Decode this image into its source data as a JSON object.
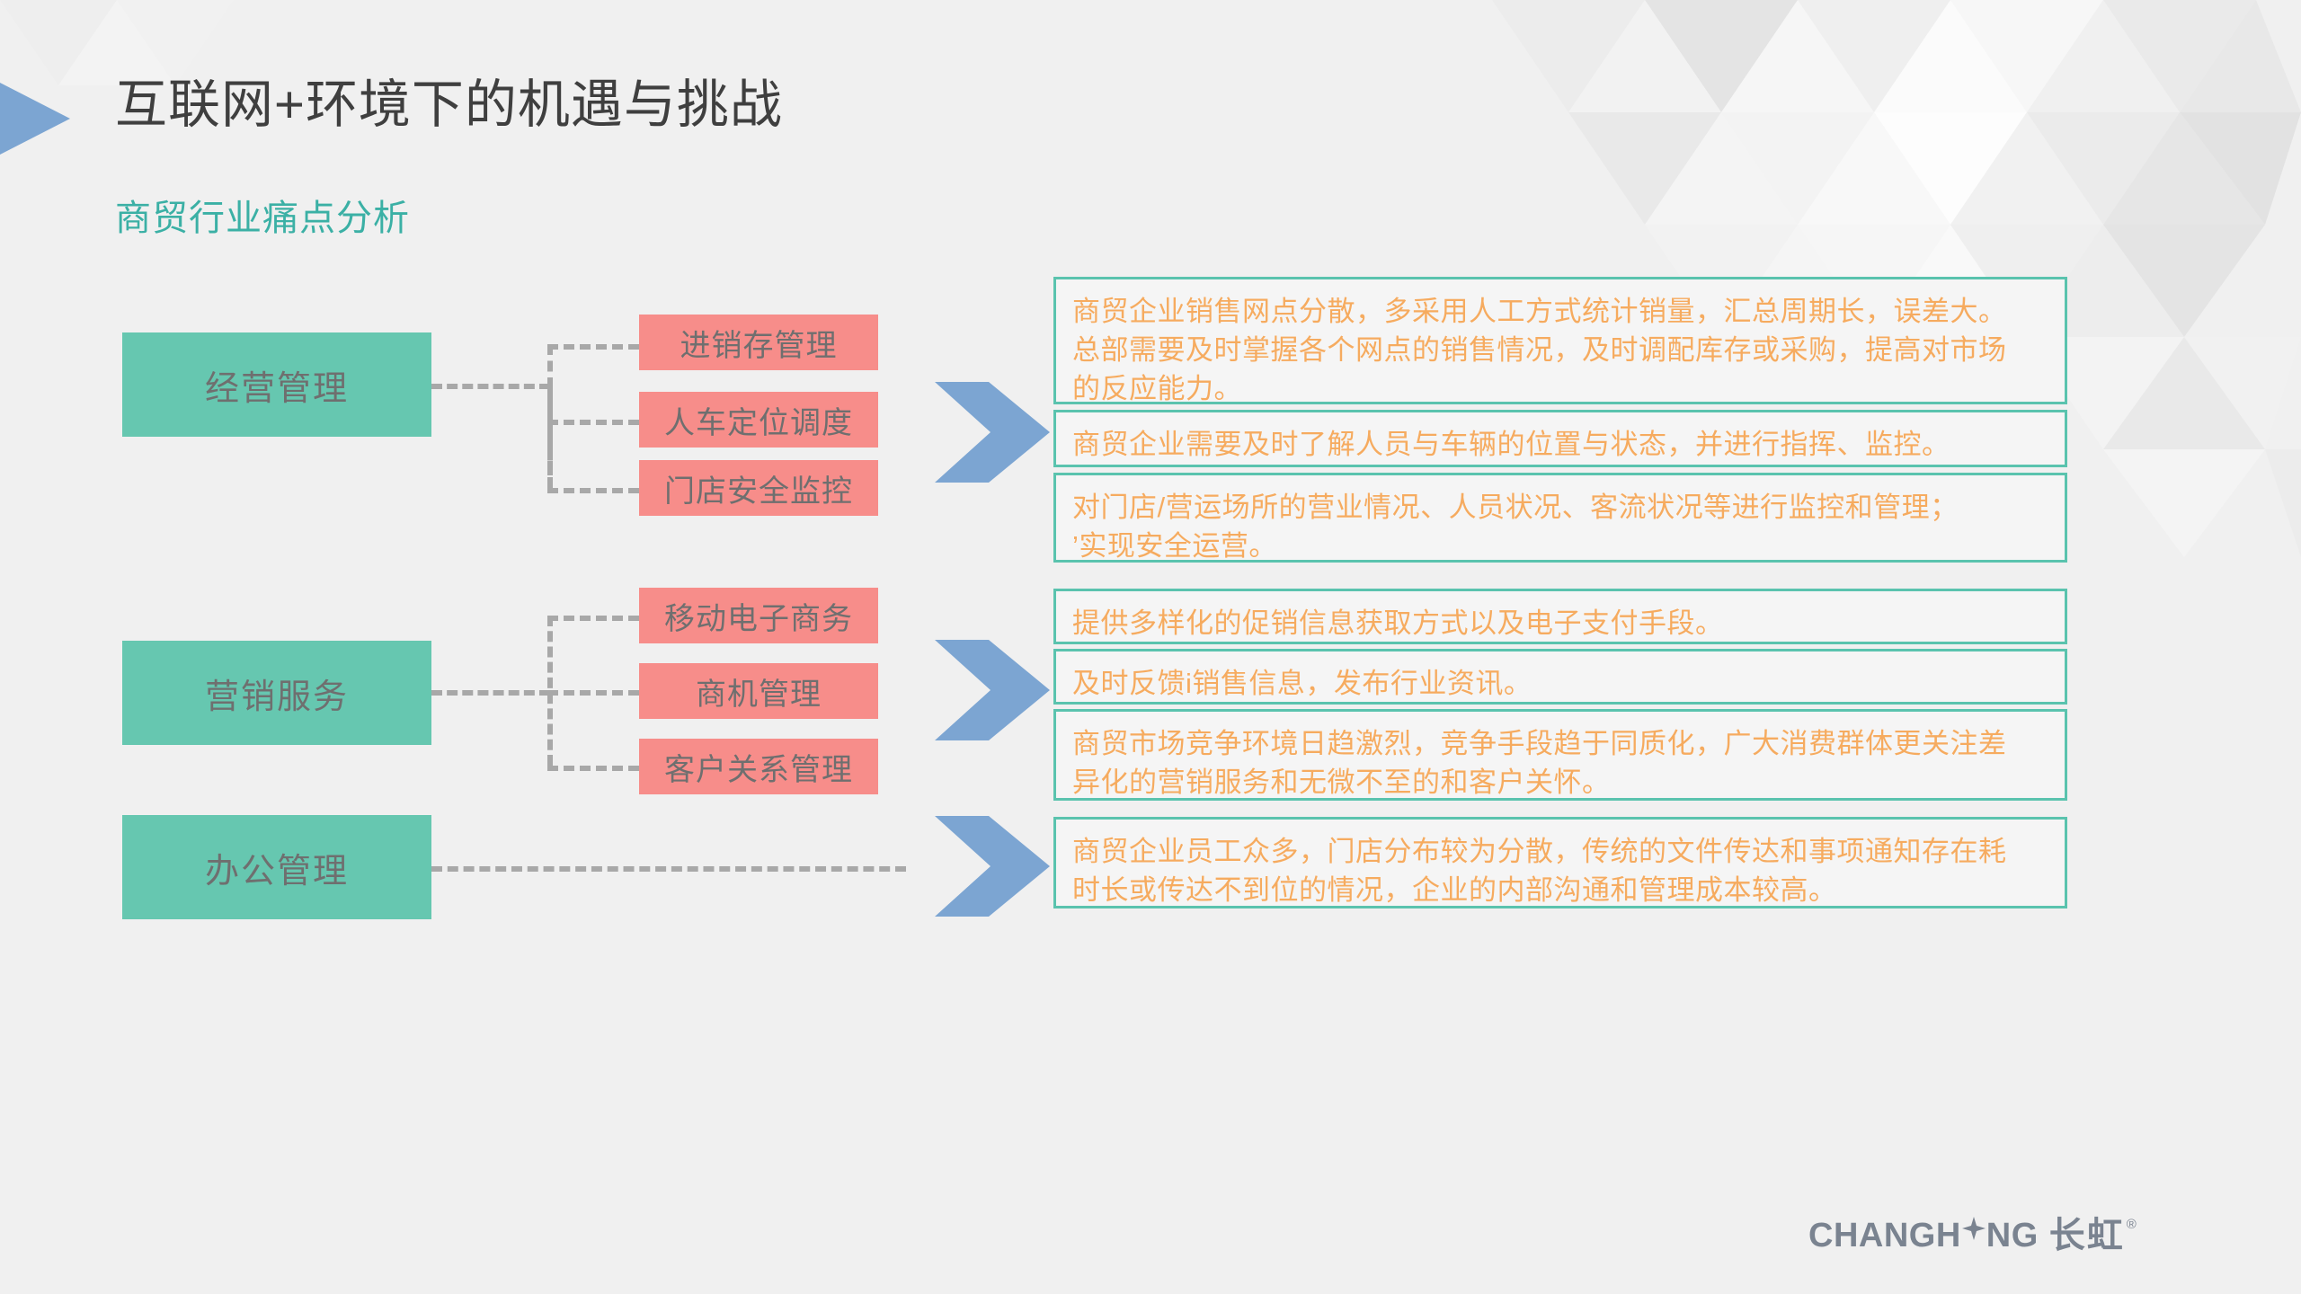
{
  "header": {
    "title": "互联网+环境下的机遇与挑战",
    "subtitle": "商贸行业痛点分析",
    "triangle_color": "#7ca5d2",
    "title_color": "#3f3f3f",
    "subtitle_color": "#3bb0a5"
  },
  "colors": {
    "background": "#f0f0f0",
    "category_box": "#66c7b0",
    "sub_box": "#f78d8a",
    "panel_border": "#5ac3ae",
    "panel_text": "#f6ab5f",
    "arrow": "#7ca5d2",
    "connector": "#a8a8a8",
    "box_text": "#6f6f6f"
  },
  "groups": [
    {
      "category": "经营管理",
      "items": [
        "进销存管理",
        "人车定位调度",
        "门店安全监控"
      ],
      "arrow_icon": "chevron-right-icon",
      "panels": [
        {
          "lines": [
            "商贸企业销售网点分散，多采用人工方式统计销量，汇总周期长，误差大。",
            "总部需要及时掌握各个网点的销售情况，及时调配库存或采购，提高对市场",
            "的反应能力。"
          ]
        },
        {
          "lines": [
            "商贸企业需要及时了解人员与车辆的位置与状态，并进行指挥、监控。"
          ]
        },
        {
          "lines": [
            "对门店/营运场所的营业情况、人员状况、客流状况等进行监控和管理；",
            "  ’实现安全运营。"
          ]
        }
      ]
    },
    {
      "category": "营销服务",
      "items": [
        "移动电子商务",
        "商机管理",
        "客户关系管理"
      ],
      "arrow_icon": "chevron-right-icon",
      "panels": [
        {
          "lines": [
            "提供多样化的促销信息获取方式以及电子支付手段。"
          ]
        },
        {
          "lines": [
            "及时反馈i销售信息，发布行业资讯。"
          ]
        },
        {
          "lines": [
            "商贸市场竞争环境日趋激烈，竞争手段趋于同质化，广大消费群体更关注差",
            "异化的营销服务和无微不至的和客户关怀。"
          ]
        }
      ]
    },
    {
      "category": "办公管理",
      "items": [],
      "arrow_icon": "chevron-right-icon",
      "panels": [
        {
          "lines": [
            "商贸企业员工众多，门店分布较为分散，传统的文件传达和事项通知存在耗",
            "时长或传达不到位的情况，企业的内部沟通和管理成本较高。"
          ]
        }
      ]
    }
  ],
  "logo": {
    "en": "CHANGH",
    "en2": "NG",
    "cn": "长虹",
    "registered": "®",
    "diamond_icon": "diamond-star-icon"
  }
}
